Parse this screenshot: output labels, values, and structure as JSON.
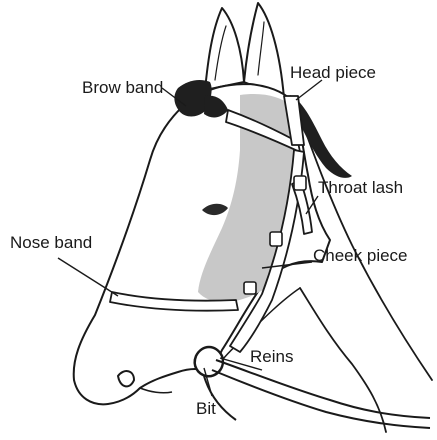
{
  "labels": {
    "brow_band": "Brow band",
    "head_piece": "Head piece",
    "throat_lash": "Throat lash",
    "nose_band": "Nose band",
    "cheek_piece": "Cheek piece",
    "reins": "Reins",
    "bit": "Bit"
  },
  "colors": {
    "outline": "#1a1a1a",
    "blaze": "#c8c8c8",
    "mane": "#1f1f1f",
    "background": "#ffffff"
  }
}
